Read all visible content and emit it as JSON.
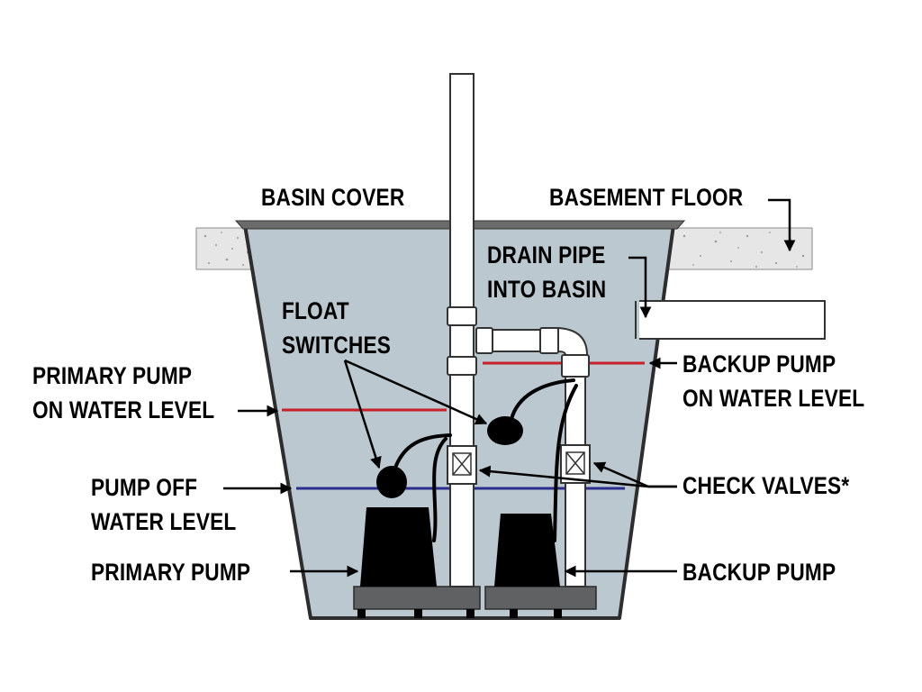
{
  "labels": {
    "basin_cover": "BASIN COVER",
    "basement_floor": "BASEMENT FLOOR",
    "drain_pipe": [
      "DRAIN PIPE",
      "INTO BASIN"
    ],
    "float_switches": [
      "FLOAT",
      "SWITCHES"
    ],
    "primary_on": [
      "PRIMARY PUMP",
      "ON WATER LEVEL"
    ],
    "backup_on": [
      "BACKUP PUMP",
      "ON WATER LEVEL"
    ],
    "pump_off": [
      "PUMP OFF",
      "WATER LEVEL"
    ],
    "check_valves": "CHECK VALVES*",
    "primary_pump": "PRIMARY PUMP",
    "backup_pump": "BACKUP PUMP"
  },
  "colors": {
    "water": "#bcc8d0",
    "pump_on_line": "#c8202a",
    "pump_off_line": "#2b2e8c",
    "pump": "#000000",
    "pump_base": "#5f6163",
    "pipe": "#ffffff",
    "floor": "#e6e6e6"
  }
}
